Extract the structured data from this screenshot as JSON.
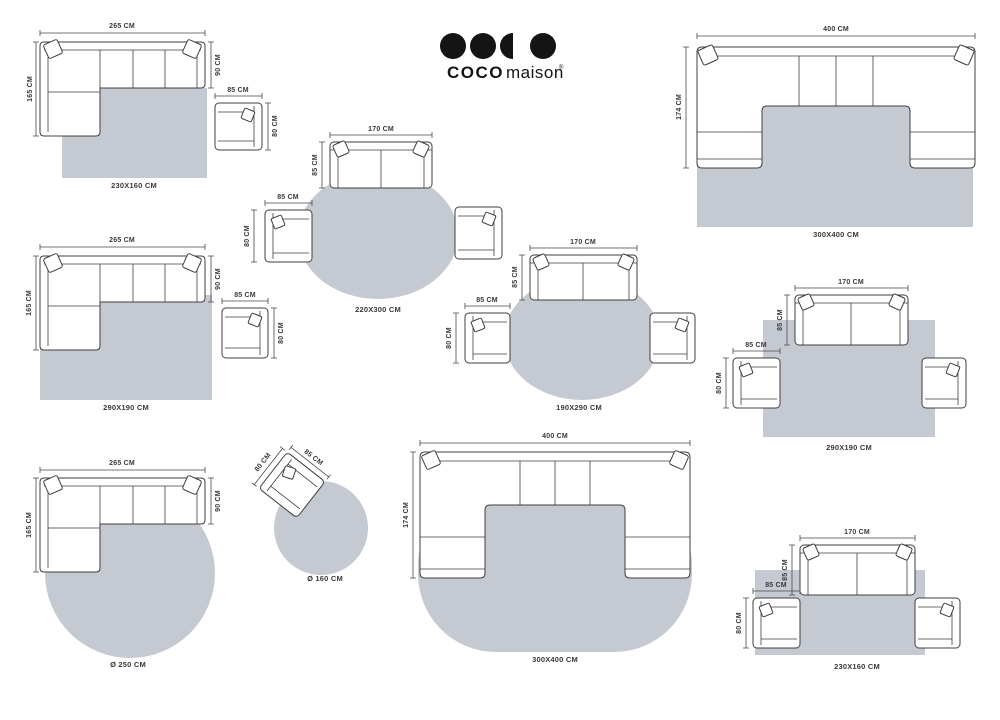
{
  "brand": {
    "name_bold": "COCO",
    "name_light": "maison",
    "trademark": "®"
  },
  "colors": {
    "rug": "#c5cad2",
    "line": "#3f3f3f",
    "dim": "#4a4a4a",
    "text": "#3a3a3a",
    "logo": "#141414"
  },
  "scenes": {
    "s1": {
      "sofa_w": "265 CM",
      "sofa_d": "165 CM",
      "sofa_s": "90 CM",
      "chair_w": "85 CM",
      "chair_d": "80 CM",
      "rug": "230X160 CM"
    },
    "s2": {
      "sofa_w": "400 CM",
      "sofa_d": "174 CM",
      "rug": "300X400 CM"
    },
    "s3": {
      "sofa_w": "170 CM",
      "sofa_d": "85 CM",
      "chair_w": "85 CM",
      "chair_d": "80 CM",
      "rug": "220X300 CM"
    },
    "s4": {
      "sofa_w": "265 CM",
      "sofa_d": "165 CM",
      "sofa_s": "90 CM",
      "chair_w": "85 CM",
      "chair_d": "80 CM",
      "rug": "290X190 CM"
    },
    "s5": {
      "sofa_w": "170 CM",
      "sofa_d": "85 CM",
      "chair_w": "85 CM",
      "chair_d": "80 CM",
      "rug": "190X290 CM"
    },
    "s6": {
      "sofa_w": "170 CM",
      "sofa_d": "85 CM",
      "chair_w": "85 CM",
      "chair_d": "80 CM",
      "rug": "290X190 CM"
    },
    "s7": {
      "sofa_w": "265 CM",
      "sofa_d": "165 CM",
      "sofa_s": "90 CM",
      "rug": "Ø 250 CM"
    },
    "s8": {
      "chair_w": "85 CM",
      "chair_d": "80 CM",
      "rug": "Ø 160 CM"
    },
    "s9": {
      "sofa_w": "400 CM",
      "sofa_d": "174 CM",
      "rug": "300X400 CM"
    },
    "s10": {
      "sofa_w": "170 CM",
      "sofa_d": "85 CM",
      "chair_w": "85 CM",
      "chair_d": "80 CM",
      "rug": "230X160 CM"
    }
  }
}
